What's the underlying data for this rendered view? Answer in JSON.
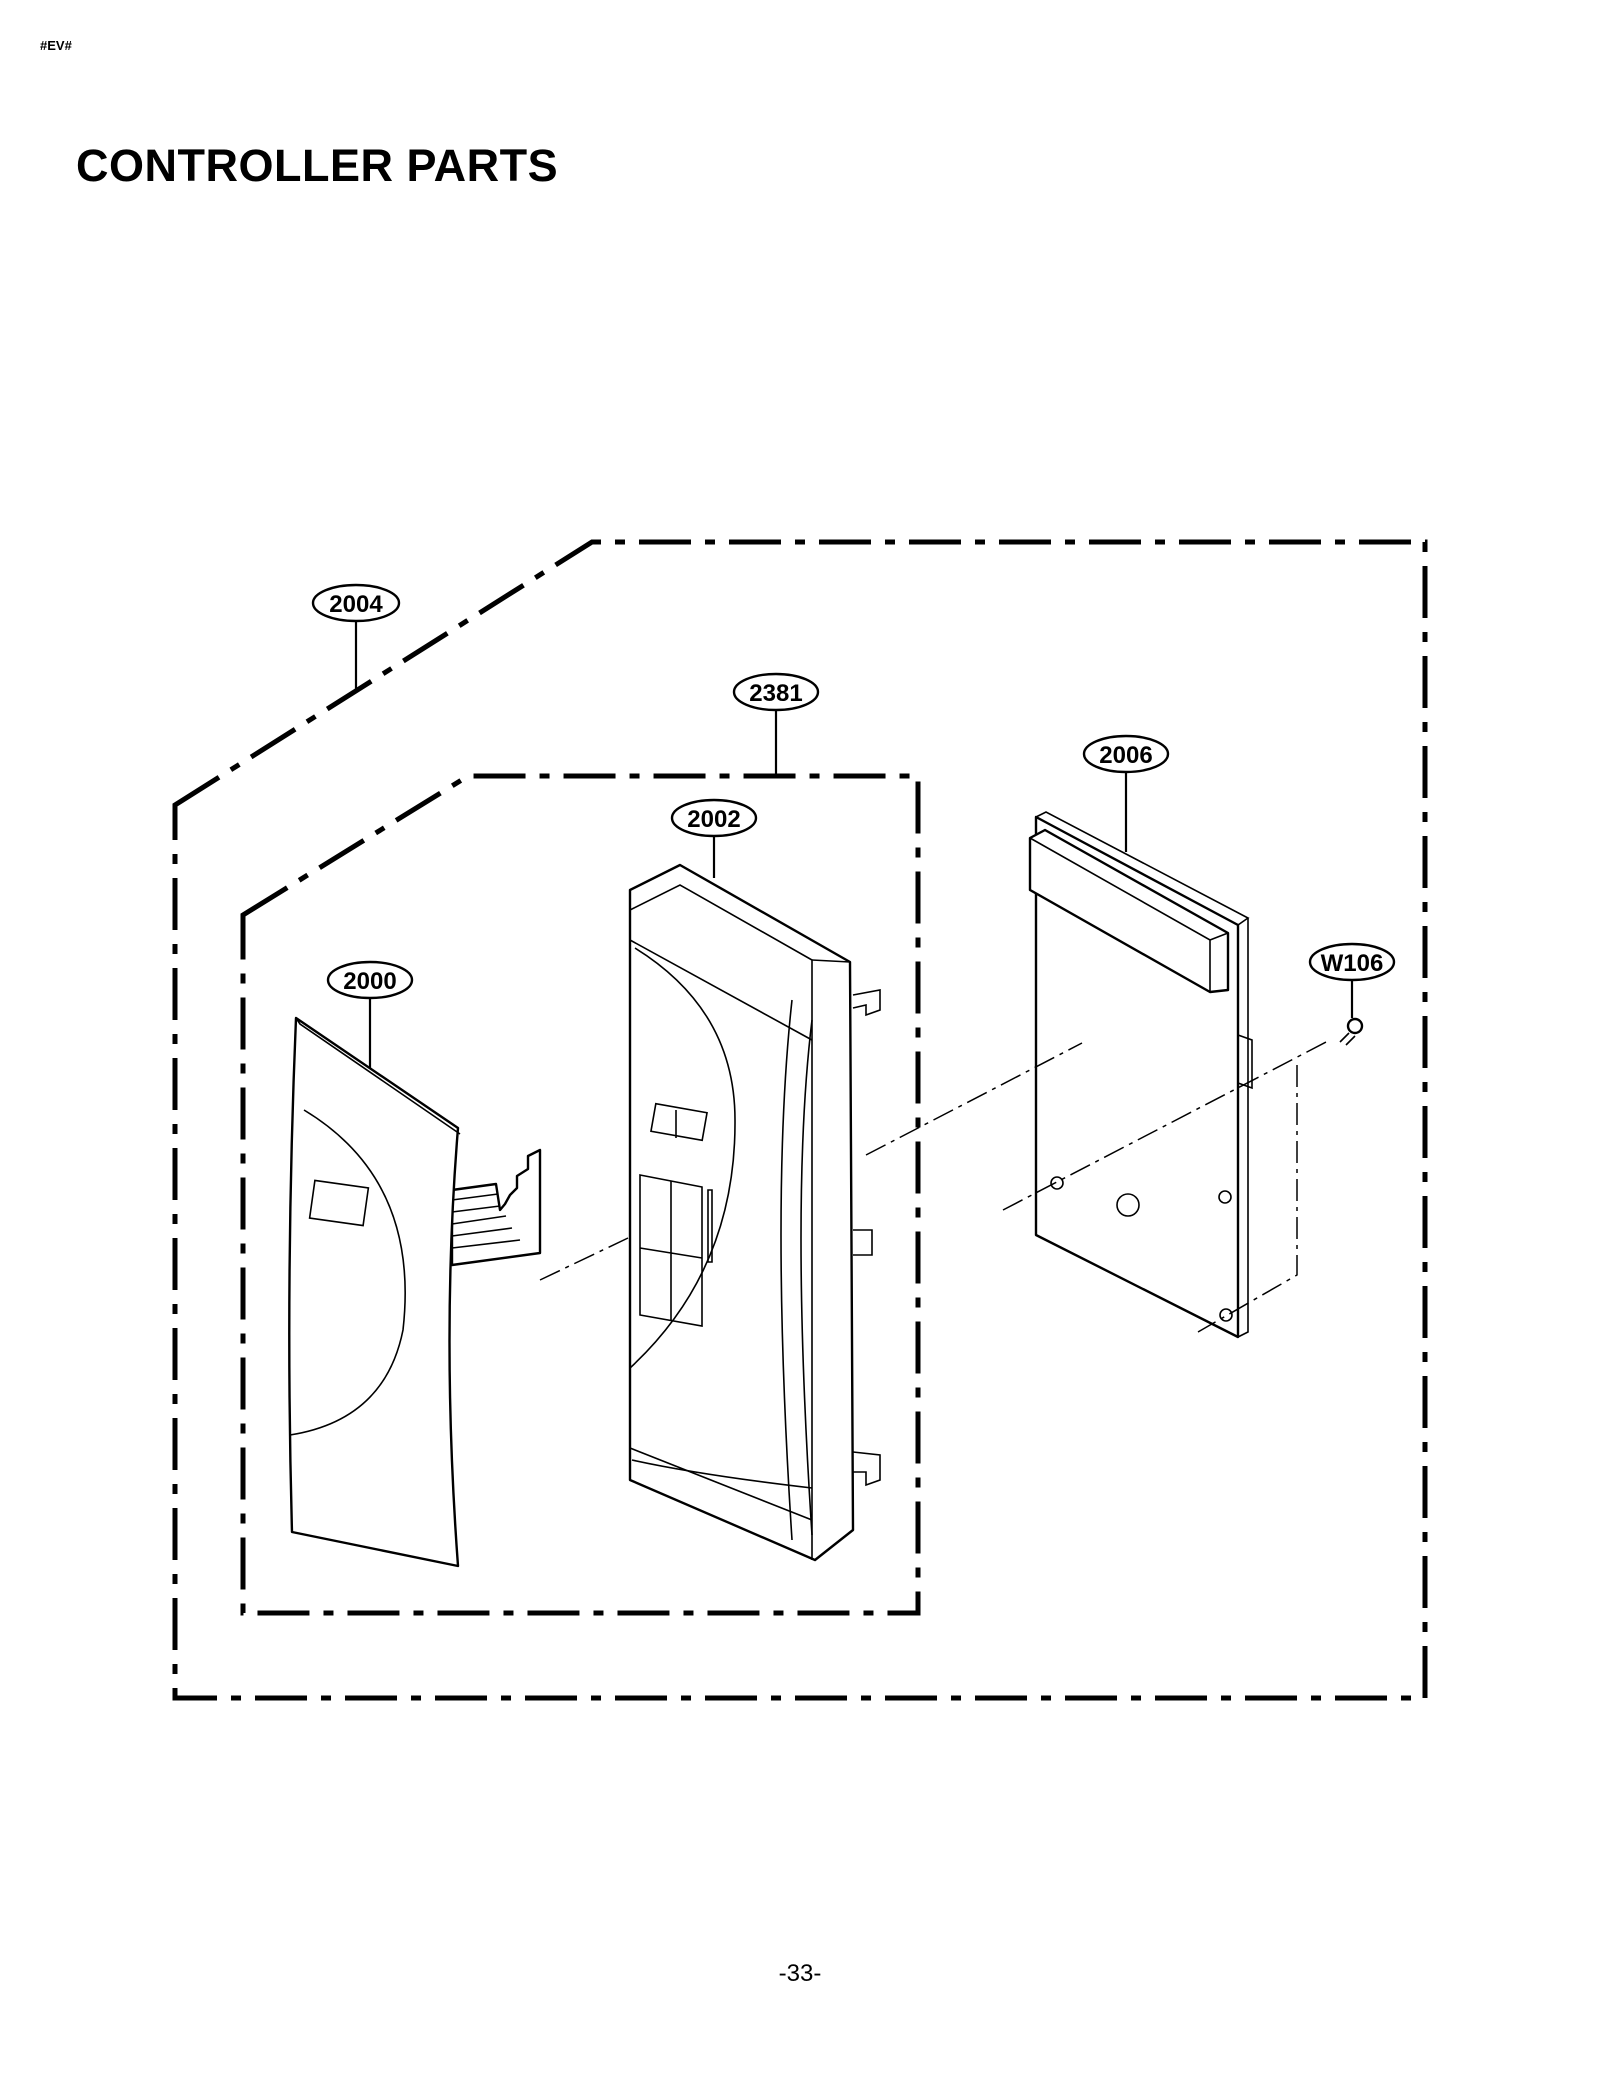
{
  "header": {
    "code": "#EV#"
  },
  "title": "CONTROLLER PARTS",
  "footer": {
    "page_number": "-33-"
  },
  "callouts": [
    {
      "id": "outer-assembly",
      "label": "2004"
    },
    {
      "id": "control-box",
      "label": "2381"
    },
    {
      "id": "pcb",
      "label": "2006"
    },
    {
      "id": "panel-frame",
      "label": "2002"
    },
    {
      "id": "screw",
      "label": "W106"
    },
    {
      "id": "membrane",
      "label": "2000"
    }
  ]
}
